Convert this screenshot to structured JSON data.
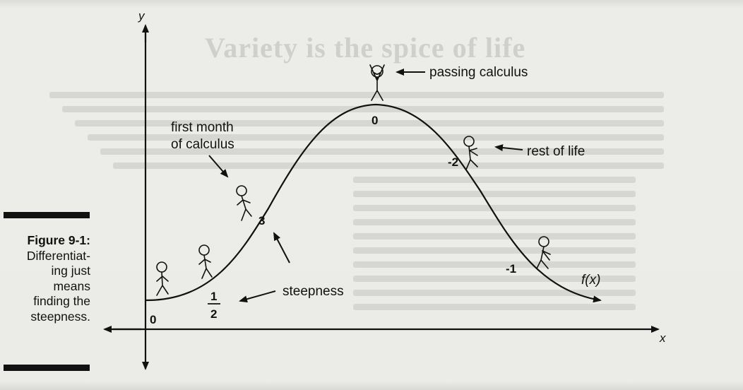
{
  "bleed": {
    "title": "Variety is the spice of life"
  },
  "caption": {
    "figure": "Figure 9-1:",
    "line1": "Differentiat-",
    "line2": "ing just",
    "line3": "means",
    "line4": "finding the",
    "line5": "steepness."
  },
  "labels": {
    "x_axis": "x",
    "y_axis": "y",
    "curve": "f(x)",
    "passing": "passing calculus",
    "rest": "rest of life",
    "first_month_1": "first month",
    "first_month_2": "of calculus",
    "steepness": "steepness"
  },
  "slopes": {
    "start": "0",
    "half_numerator": "1",
    "half_denominator": "2",
    "steep": "3",
    "top": "0",
    "down_steep": "-2",
    "down_gentle": "-1"
  },
  "colors": {
    "ink": "#111111",
    "paper": "#ebebe7"
  }
}
